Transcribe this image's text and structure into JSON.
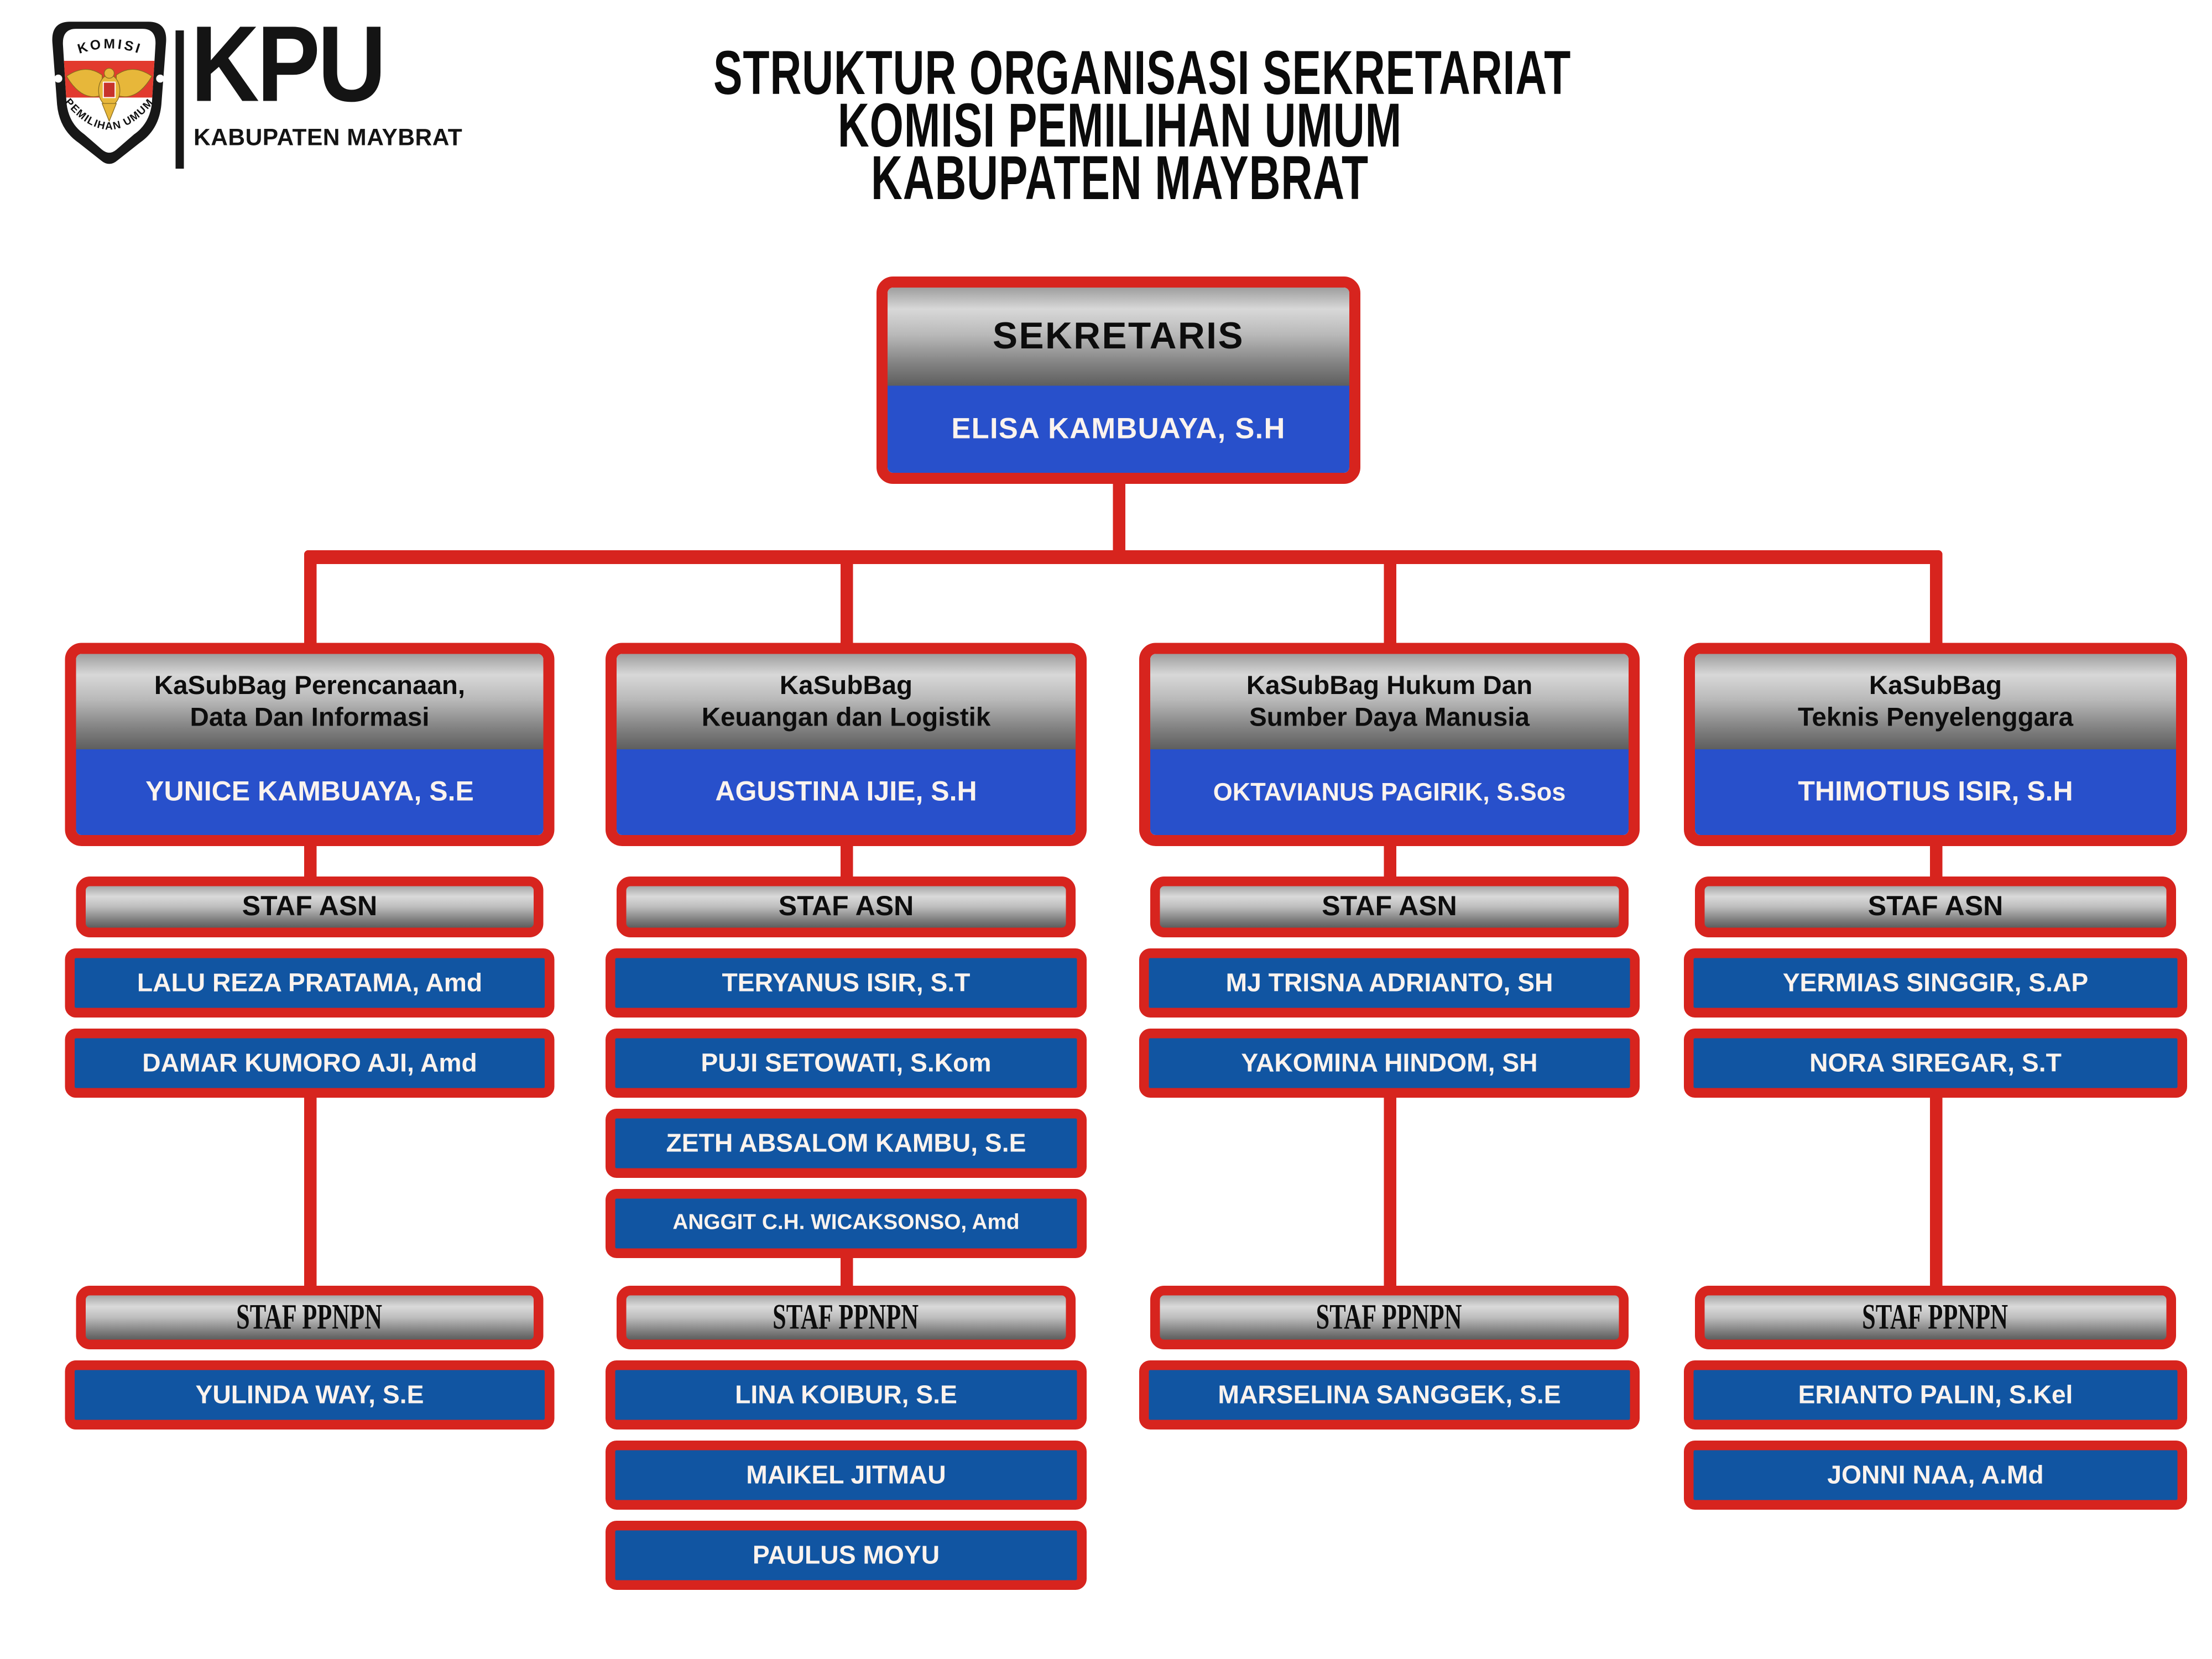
{
  "header": {
    "brand": "KPU",
    "brand_sub": "KABUPATEN MAYBRAT",
    "emblem_top": "KOMISI",
    "emblem_bottom": "PEMILIHAN UMUM",
    "title_lines": [
      "STRUKTUR ORGANISASI SEKRETARIAT",
      "KOMISI PEMILIHAN UMUM",
      "KABUPATEN MAYBRAT"
    ]
  },
  "labels": {
    "asn": "STAF ASN",
    "ppnpn": "STAF PPNPN"
  },
  "sekretaris": {
    "role": "SEKRETARIS",
    "name": "ELISA KAMBUAYA, S.H"
  },
  "divisions": [
    {
      "title_lines": [
        "KaSubBag Perencanaan,",
        "Data Dan Informasi"
      ],
      "head": "YUNICE KAMBUAYA, S.E",
      "asn_staff": [
        "LALU REZA PRATAMA, Amd",
        "DAMAR KUMORO AJI, Amd"
      ],
      "ppnpn_staff": [
        "YULINDA WAY, S.E"
      ]
    },
    {
      "title_lines": [
        "KaSubBag",
        "Keuangan dan Logistik"
      ],
      "head": "AGUSTINA IJIE, S.H",
      "asn_staff": [
        "TERYANUS ISIR, S.T",
        "PUJI SETOWATI, S.Kom",
        "ZETH ABSALOM KAMBU, S.E",
        "ANGGIT C.H. WICAKSONSO, Amd"
      ],
      "ppnpn_staff": [
        "LINA KOIBUR, S.E",
        "MAIKEL JITMAU",
        "PAULUS MOYU"
      ]
    },
    {
      "title_lines": [
        "KaSubBag Hukum Dan",
        "Sumber Daya Manusia"
      ],
      "head": "OKTAVIANUS PAGIRIK, S.Sos",
      "asn_staff": [
        "MJ TRISNA ADRIANTO, SH",
        "YAKOMINA HINDOM, SH"
      ],
      "ppnpn_staff": [
        "MARSELINA SANGGEK, S.E"
      ]
    },
    {
      "title_lines": [
        "KaSubBag",
        "Teknis Penyelenggara"
      ],
      "head": "THIMOTIUS ISIR, S.H",
      "asn_staff": [
        "YERMIAS SINGGIR, S.AP",
        "NORA SIREGAR, S.T"
      ],
      "ppnpn_staff": [
        "ERIANTO PALIN, S.Kel",
        "JONNI NAA, A.Md"
      ]
    }
  ],
  "colors": {
    "line_red": "#D7241E",
    "box_blue_bright": "#2850CB",
    "box_blue_dark": "#1155A2",
    "header_gray_top": "#D8D8D8",
    "header_gray_bottom": "#5E5E5E",
    "text_light": "#FBF3EE",
    "text_dark": "#0D0D0D"
  }
}
